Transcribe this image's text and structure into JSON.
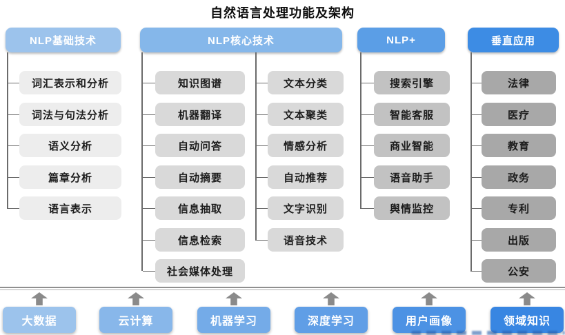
{
  "title": "自然语言处理功能及架构",
  "columns": [
    {
      "header": "NLP基础技术",
      "items": [
        "词汇表示和分析",
        "词法与句法分析",
        "语义分析",
        "篇章分析",
        "语言表示"
      ]
    },
    {
      "header": "NLP核心技术",
      "items_left": [
        "知识图谱",
        "机器翻译",
        "自动问答",
        "自动摘要",
        "信息抽取",
        "信息检索",
        "社会媒体处理"
      ],
      "items_right": [
        "文本分类",
        "文本聚类",
        "情感分析",
        "自动推荐",
        "文字识别",
        "语音技术"
      ]
    },
    {
      "header": "NLP+",
      "items": [
        "搜索引擎",
        "智能客服",
        "商业智能",
        "语音助手",
        "舆情监控"
      ]
    },
    {
      "header": "垂直应用",
      "items": [
        "法律",
        "医疗",
        "教育",
        "政务",
        "专利",
        "出版",
        "公安"
      ]
    }
  ],
  "foundation": {
    "items": [
      "大数据",
      "云计算",
      "机器学习",
      "深度学习",
      "用户画像",
      "领域知识"
    ]
  },
  "colors": {
    "header_nlp_basics": "#9cc3ec",
    "header_nlp_core": "#85b7ea",
    "header_nlp_plus": "#5b9ee6",
    "header_vertical": "#3d8ce4",
    "node_level1": "#ededed",
    "node_level2": "#d9d9d9",
    "node_level3": "#c2c2c2",
    "node_level4": "#a8a8a8",
    "foundation_blues": [
      "#9cc3ec",
      "#88b7ea",
      "#74abe8",
      "#609ee6",
      "#4c92e4",
      "#3886e2"
    ],
    "connector": "#6b6b6b",
    "arrow": "#8a8a8a"
  }
}
